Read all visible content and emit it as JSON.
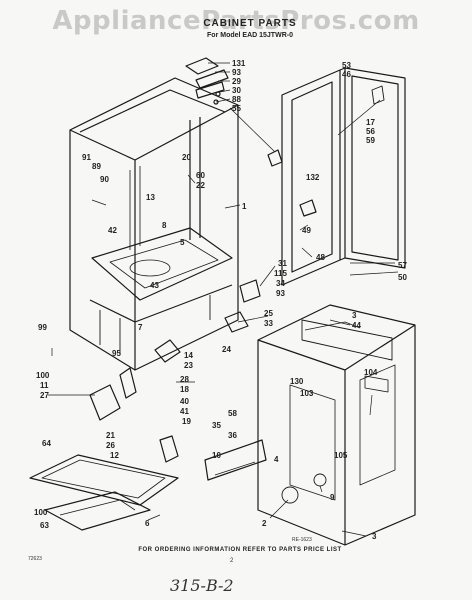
{
  "watermark": "AppliancePartsPros.com",
  "title": "CABINET PARTS",
  "subtitle": "For Model EAD 15JTWR-0",
  "drawing_code": "RE-1623",
  "footer": "FOR ORDERING INFORMATION REFER TO PARTS PRICE LIST",
  "page_number": "2",
  "ref_code": "72623",
  "handwritten_note": "315-B-2",
  "callouts": [
    {
      "id": "131",
      "label": "131"
    },
    {
      "id": "93a",
      "label": "93"
    },
    {
      "id": "29",
      "label": "29"
    },
    {
      "id": "30",
      "label": "30"
    },
    {
      "id": "88",
      "label": "88"
    },
    {
      "id": "55",
      "label": "55"
    },
    {
      "id": "53",
      "label": "53"
    },
    {
      "id": "46",
      "label": "46"
    },
    {
      "id": "17",
      "label": "17"
    },
    {
      "id": "56",
      "label": "56"
    },
    {
      "id": "59",
      "label": "59"
    },
    {
      "id": "91",
      "label": "91"
    },
    {
      "id": "89",
      "label": "89"
    },
    {
      "id": "90",
      "label": "90"
    },
    {
      "id": "20",
      "label": "20"
    },
    {
      "id": "60",
      "label": "60"
    },
    {
      "id": "22",
      "label": "22"
    },
    {
      "id": "1",
      "label": "1"
    },
    {
      "id": "13",
      "label": "13"
    },
    {
      "id": "132",
      "label": "132"
    },
    {
      "id": "8",
      "label": "8"
    },
    {
      "id": "42",
      "label": "42"
    },
    {
      "id": "5",
      "label": "5"
    },
    {
      "id": "49",
      "label": "49"
    },
    {
      "id": "48",
      "label": "48"
    },
    {
      "id": "31",
      "label": "31"
    },
    {
      "id": "115",
      "label": "115"
    },
    {
      "id": "34",
      "label": "34"
    },
    {
      "id": "93b",
      "label": "93"
    },
    {
      "id": "57",
      "label": "57"
    },
    {
      "id": "50",
      "label": "50"
    },
    {
      "id": "43",
      "label": "43"
    },
    {
      "id": "25",
      "label": "25"
    },
    {
      "id": "33",
      "label": "33"
    },
    {
      "id": "3a",
      "label": "3"
    },
    {
      "id": "44",
      "label": "44"
    },
    {
      "id": "7",
      "label": "7"
    },
    {
      "id": "99",
      "label": "99"
    },
    {
      "id": "24",
      "label": "24"
    },
    {
      "id": "14",
      "label": "14"
    },
    {
      "id": "23",
      "label": "23"
    },
    {
      "id": "95",
      "label": "95"
    },
    {
      "id": "100a",
      "label": "100"
    },
    {
      "id": "11",
      "label": "11"
    },
    {
      "id": "27",
      "label": "27"
    },
    {
      "id": "28",
      "label": "28"
    },
    {
      "id": "18",
      "label": "18"
    },
    {
      "id": "40",
      "label": "40"
    },
    {
      "id": "41",
      "label": "41"
    },
    {
      "id": "19",
      "label": "19"
    },
    {
      "id": "130",
      "label": "130"
    },
    {
      "id": "104",
      "label": "104"
    },
    {
      "id": "103",
      "label": "103"
    },
    {
      "id": "58",
      "label": "58"
    },
    {
      "id": "35",
      "label": "35"
    },
    {
      "id": "36",
      "label": "36"
    },
    {
      "id": "21",
      "label": "21"
    },
    {
      "id": "26",
      "label": "26"
    },
    {
      "id": "12",
      "label": "12"
    },
    {
      "id": "10",
      "label": "10"
    },
    {
      "id": "64",
      "label": "64"
    },
    {
      "id": "4",
      "label": "4"
    },
    {
      "id": "105",
      "label": "105"
    },
    {
      "id": "9",
      "label": "9"
    },
    {
      "id": "100b",
      "label": "100"
    },
    {
      "id": "6",
      "label": "6"
    },
    {
      "id": "63",
      "label": "63"
    },
    {
      "id": "2",
      "label": "2"
    },
    {
      "id": "3b",
      "label": "3"
    }
  ]
}
